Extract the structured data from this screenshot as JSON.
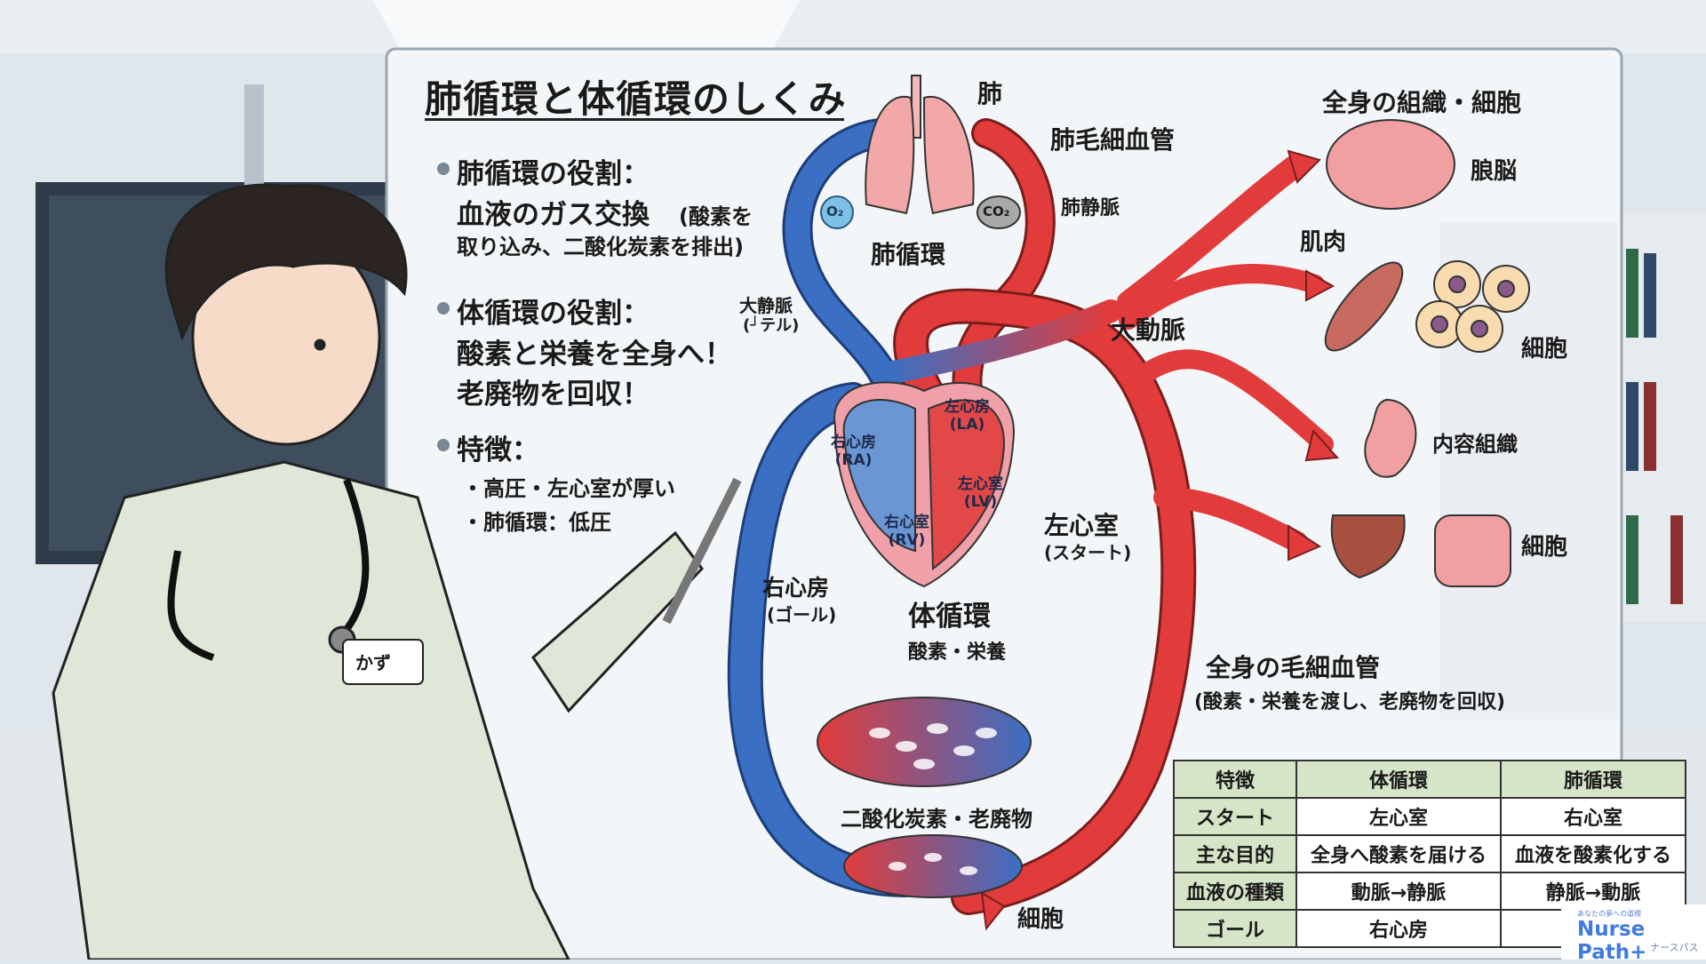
{
  "title": "肺循環と体循環のしくみ",
  "bullets": {
    "pulmonary_heading": "肺循環の役割：",
    "pulmonary_line1": "血液のガス交換",
    "pulmonary_line1_small": "(酸素を",
    "pulmonary_line2": "取り込み、二酸化炭素を排出)",
    "systemic_heading": "体循環の役割：",
    "systemic_line1": "酸素と栄養を全身へ！",
    "systemic_line2": "老廃物を回収！",
    "features_heading": "特徴：",
    "feature1": "・高圧・左心室が厚い",
    "feature2": "・肺循環：低圧"
  },
  "diagram": {
    "lung": "肺",
    "pulmonary_capillary": "肺毛細血管",
    "pulmonary_vein": "肺静脈",
    "pulmonary_circulation": "肺循環",
    "o2": "O₂",
    "co2": "CO₂",
    "vena_cava": "大静脈",
    "vena_cava_sub": "(┘テル)",
    "aorta": "大動脈",
    "ra": "右心房\n(RA)",
    "la": "左心房\n(LA)",
    "rv": "右心室\n(RV)",
    "lv": "左心室\n(LV)",
    "lv_label": "左心室",
    "lv_sub": "(スタート)",
    "ra_label": "右心房",
    "ra_sub": "(ゴール)",
    "systemic_circulation": "体循環",
    "oxygen_nutrients": "酸素・栄養",
    "body_capillary": "全身の毛細血管",
    "body_capillary_sub": "(酸素・栄養を渡し、老廃物を回収)",
    "co2_waste": "二酸化炭素・老廃物",
    "cell_bottom": "細胞"
  },
  "organs": {
    "heading": "全身の組織・細胞",
    "brain": "朖脳",
    "muscle": "肌肉",
    "cells1": "細胞",
    "stomach": "内容組織",
    "cells2": "細胞"
  },
  "character": {
    "name_badge": "かず"
  },
  "table": {
    "headers": [
      "特徴",
      "体循環",
      "肺循環"
    ],
    "rows": [
      [
        "スタート",
        "左心室",
        "右心室"
      ],
      [
        "主な目的",
        "全身へ酸素を届ける",
        "血液を酸素化する"
      ],
      [
        "血液の種類",
        "動脈→静脈",
        "静脈→動脈"
      ],
      [
        "ゴール",
        "右心房",
        ""
      ]
    ]
  },
  "logo": {
    "tagline": "あなたの夢への道標",
    "name": "Nurse Path+",
    "kana": "ナースパス"
  },
  "colors": {
    "artery": "#e23b3b",
    "vein": "#3b6fc4",
    "board": "#f3f6f8",
    "table_header": "#d6e4c8"
  }
}
